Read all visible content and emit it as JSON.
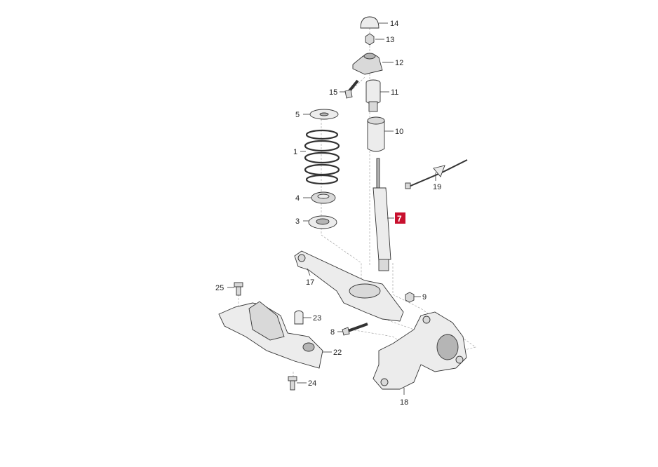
{
  "diagram": {
    "highlight_color": "#c8102e",
    "highlighted_part": "7",
    "part_labels": [
      "14",
      "13",
      "12",
      "11",
      "10",
      "15",
      "5",
      "1",
      "4",
      "3",
      "7",
      "19",
      "17",
      "25",
      "9",
      "23",
      "8",
      "22",
      "24",
      "18"
    ]
  }
}
